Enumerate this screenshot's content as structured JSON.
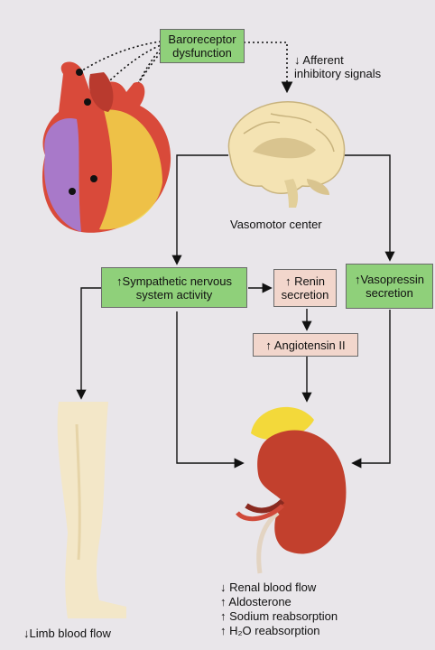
{
  "diagram": {
    "boxes": {
      "baroreceptor": "Baroreceptor dysfunction",
      "sympathetic": "↑Sympathetic nervous system activity",
      "renin": "↑ Renin secretion",
      "vasopressin": "↑Vasopressin secretion",
      "angiotensin": "↑ Angiotensin II"
    },
    "labels": {
      "afferent": "↓ Afferent inhibitory signals",
      "vasomotor": "Vasomotor center",
      "limb": "↓Limb blood flow"
    },
    "kidney_effects": [
      "↓ Renal blood flow",
      "↑ Aldosterone",
      "↑ Sodium reabsorption",
      "↑ H₂O reabsorption"
    ]
  },
  "colors": {
    "green_box": "#8fd07a",
    "pink_box": "#f2d6cc",
    "heart_red": "#d94a3a",
    "heart_purple": "#a879c9",
    "heart_yellow": "#f1d64a",
    "brain": "#f4e3b3",
    "kidney": "#c2402d",
    "adrenal": "#f3d93a",
    "leg": "#f3e7c8"
  },
  "icons": [
    "heart-illustration",
    "brain-illustration",
    "kidney-illustration",
    "leg-illustration"
  ]
}
